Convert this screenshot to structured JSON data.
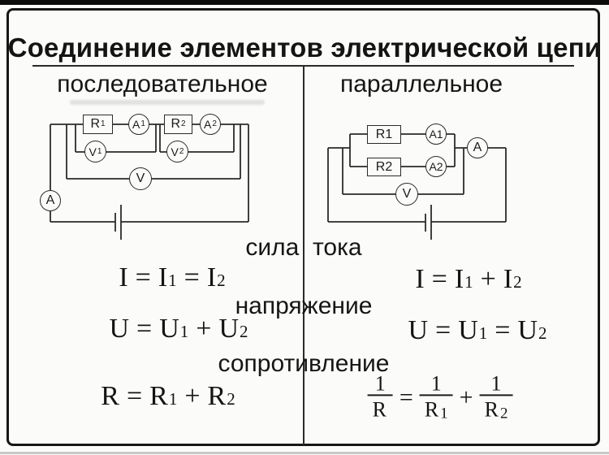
{
  "page": {
    "title": "Соединение элементов электрической цепи"
  },
  "columns": {
    "left_header": "последовательное",
    "right_header": "параллельное"
  },
  "rows": {
    "current_label": "сила  тока",
    "voltage_label": "напряжение",
    "resistance_label": "сопротивление"
  },
  "formulas": {
    "series_current": [
      [
        "I"
      ],
      [
        "="
      ],
      [
        "I",
        "1"
      ],
      [
        "="
      ],
      [
        "I",
        "2"
      ]
    ],
    "parallel_current": [
      [
        "I"
      ],
      [
        "="
      ],
      [
        "I",
        "1"
      ],
      [
        "+"
      ],
      [
        "I",
        "2"
      ]
    ],
    "series_voltage": [
      [
        "U"
      ],
      [
        "="
      ],
      [
        "U",
        "1"
      ],
      [
        "+"
      ],
      [
        "U",
        "2"
      ]
    ],
    "parallel_voltage": [
      [
        "U"
      ],
      [
        "="
      ],
      [
        "U",
        "1"
      ],
      [
        "="
      ],
      [
        "U",
        "2"
      ]
    ],
    "series_resistance": [
      [
        "R"
      ],
      [
        "="
      ],
      [
        "R",
        "1"
      ],
      [
        "+"
      ],
      [
        "R",
        "2"
      ]
    ],
    "parallel_resistance": {
      "f1": {
        "num": "1",
        "den": "R",
        "den_sub": ""
      },
      "op1": "=",
      "f2": {
        "num": "1",
        "den": "R",
        "den_sub": "1"
      },
      "op2": "+",
      "f3": {
        "num": "1",
        "den": "R",
        "den_sub": "2"
      }
    }
  },
  "series_circuit": {
    "resistor1": {
      "base": "R",
      "sub": "1"
    },
    "ammeter1": {
      "base": "A",
      "sub": "1"
    },
    "resistor2": {
      "base": "R",
      "sub": "2"
    },
    "ammeter2": {
      "base": "A",
      "sub": "2"
    },
    "voltmeter1": {
      "base": "V",
      "sub": "1"
    },
    "voltmeter2": {
      "base": "V",
      "sub": "2"
    },
    "voltmeter": "V",
    "ammeter": "A"
  },
  "parallel_circuit": {
    "resistor1": "R1",
    "ammeter1": "A1",
    "resistor2": "R2",
    "ammeter2": "A2",
    "ammeter": "A",
    "voltmeter": "V"
  },
  "colors": {
    "ink": "#1b1b1b",
    "paper": "#fbfbf9"
  }
}
